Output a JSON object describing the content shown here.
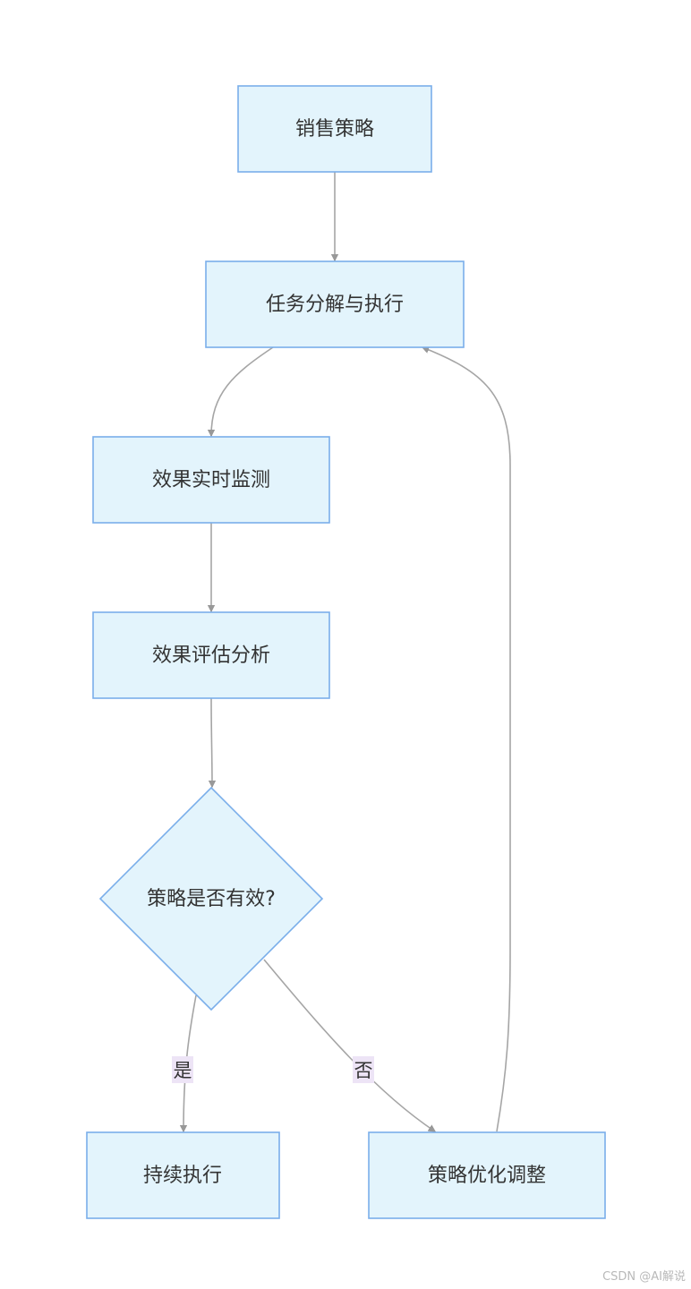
{
  "diagram": {
    "nodes": {
      "sales_strategy": "销售策略",
      "task_breakdown": "任务分解与执行",
      "realtime_monitoring": "效果实时监测",
      "effect_evaluation": "效果评估分析",
      "strategy_effective_decision": "策略是否有效?",
      "continue_execution": "持续执行",
      "strategy_optimization": "策略优化调整"
    },
    "edge_labels": {
      "yes": "是",
      "no": "否"
    },
    "colors": {
      "node_fill": "#e3f4fc",
      "node_border": "#7aaeea",
      "edge_line": "#a5a5a5",
      "edge_label_bg": "#ede4f6",
      "text": "#333333"
    }
  },
  "watermark": "CSDN @AI解说"
}
